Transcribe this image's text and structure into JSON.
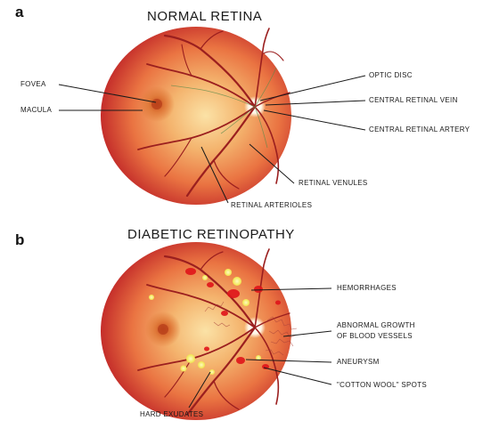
{
  "panel_a": {
    "letter": "a",
    "title": "NORMAL RETINA",
    "labels": {
      "fovea": "FOVEA",
      "macula": "MACULA",
      "optic_disc": "OPTIC DISC",
      "central_retinal_vein": "CENTRAL RETINAL VEIN",
      "central_retinal_artery": "CENTRAL RETINAL ARTERY",
      "retinal_venules": "RETINAL VENULES",
      "retinal_arterioles": "RETINAL ARTERIOLES"
    }
  },
  "panel_b": {
    "letter": "b",
    "title": "DIABETIC RETINOPATHY",
    "labels": {
      "hemorrhages": "HEMORRHAGES",
      "abnormal_growth_line1": "ABNORMAL GROWTH",
      "abnormal_growth_line2": "OF BLOOD VESSELS",
      "aneurysm": "ANEURYSM",
      "cotton_wool": "\"COTTON WOOL\" SPOTS",
      "hard_exudates": "HARD EXUDATES"
    }
  },
  "colors": {
    "retina_center": "#f7d08a",
    "retina_mid": "#ee8a52",
    "retina_edge": "#c9342d",
    "vessel": "#9b1f1f",
    "exudate": "#f3ea5a",
    "hemorrhage": "#e0141a"
  }
}
